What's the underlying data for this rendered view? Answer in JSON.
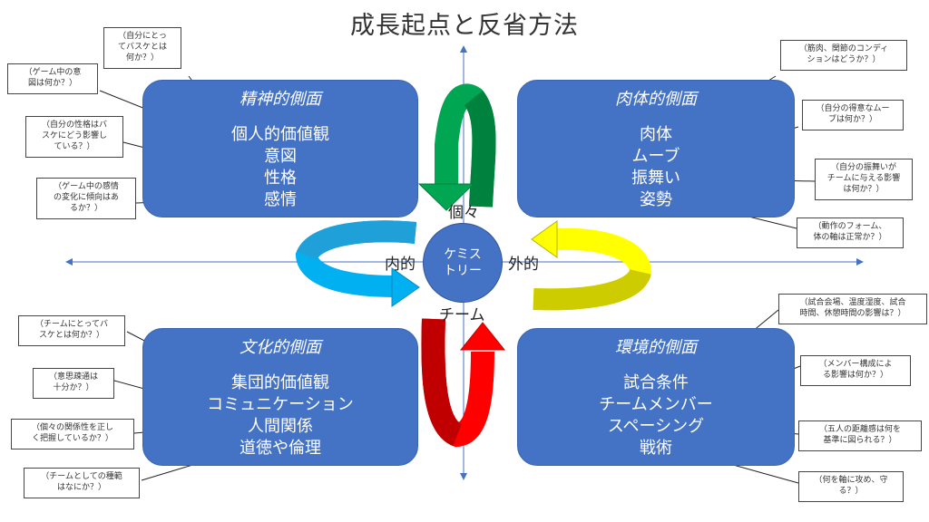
{
  "title": "成長起点と反省方法",
  "center": "ケミス\nトリー",
  "axis": {
    "top": "個々",
    "bottom": "チーム",
    "left": "内的",
    "right": "外的"
  },
  "quadrants": {
    "mental": {
      "title": "精神的側面",
      "items": [
        "個人的価値観",
        "意図",
        "性格",
        "感情"
      ],
      "notes": [
        "（自分にとっ\nてバスケとは\n何か？）",
        "（ゲーム中の意\n図は何か？）",
        "（自分の性格はバ\nスケにどう影響し\nている？）",
        "（ゲーム中の感情\nの変化に傾向はあ\nるか？）"
      ]
    },
    "physical": {
      "title": "肉体的側面",
      "items": [
        "肉体",
        "ムーブ",
        "振舞い",
        "姿勢"
      ],
      "notes": [
        "（筋肉、関節のコンディ\nションはどうか？）",
        "（自分の得意なムー\nブは何か？）",
        "（自分の振舞いが\nチームに与える影響\nは何か？）",
        "（動作のフォーム、\n体の軸は正常か？）"
      ]
    },
    "cultural": {
      "title": "文化的側面",
      "items": [
        "集団的価値観",
        "コミュニケーション",
        "人間関係",
        "道徳や倫理"
      ],
      "notes": [
        "（チームにとってバ\nスケとは何か？）",
        "（意思疎通は\n十分か？）",
        "（個々の関係性を正し\nく把握しているか？）",
        "（チームとしての種範\nはなにか？）"
      ]
    },
    "environmental": {
      "title": "環境的側面",
      "items": [
        "試合条件",
        "チームメンバー",
        "スペーシング",
        "戦術"
      ],
      "notes": [
        "（試合会場、温度湿度、試合\n時間、休憩時間の影響は？）",
        "（メンバー構成によ\nる影響は何か？）",
        "（五人の距離感は何を\n基準に図られる？）",
        "（何を軸に攻め、守\nる？）"
      ]
    }
  },
  "colors": {
    "quad_fill": "#4472c4",
    "arrow_green": "#00a651",
    "arrow_blue": "#00b0f0",
    "arrow_yellow": "#ffff00",
    "arrow_red": "#ff0000",
    "axis": "#4472c4"
  }
}
